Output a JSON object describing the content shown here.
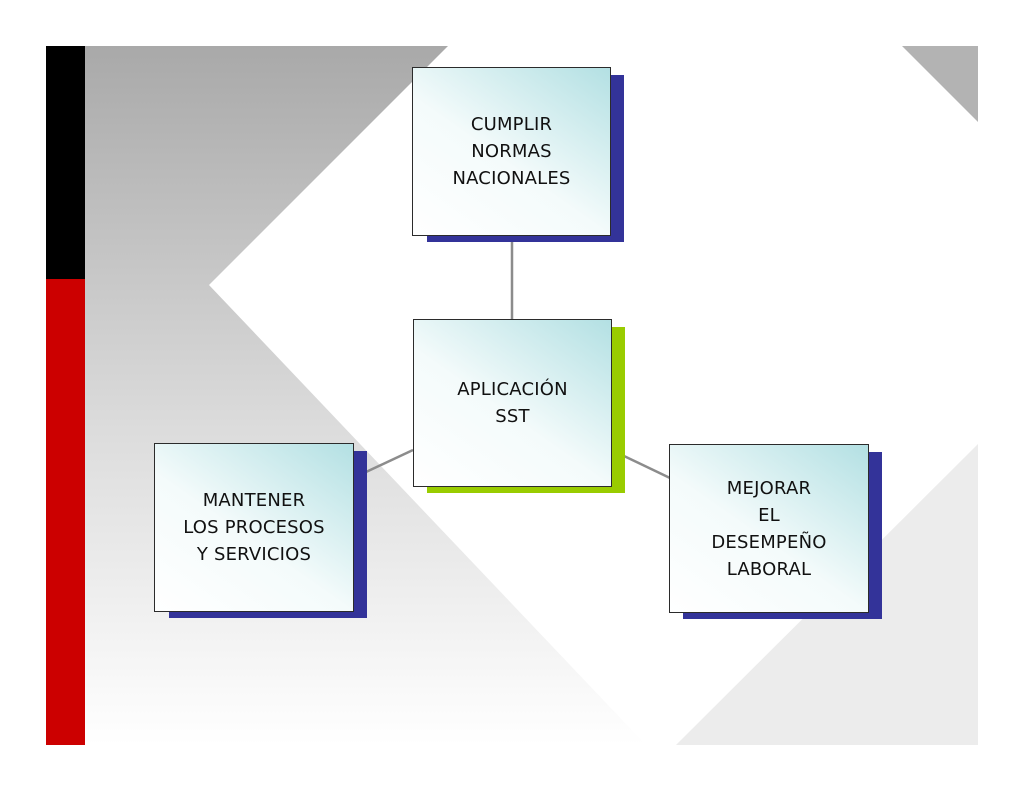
{
  "colors": {
    "black_bar": "#000000",
    "red_bar": "#cc0000",
    "box_shadow_blue": "#333399",
    "box_shadow_green": "#99cc00",
    "background_gray": "#b3b3b3",
    "box_fill_tint": "#b3e0e3",
    "connector": "#8c8c8c"
  },
  "diagram": {
    "type": "hierarchy",
    "center": {
      "label": "APLICACIÓN\nSST",
      "shadow": "green"
    },
    "top": {
      "label": "CUMPLIR\nNORMAS\nNACIONALES",
      "shadow": "blue"
    },
    "left": {
      "label": "MANTENER\nLOS PROCESOS\nY SERVICIOS",
      "shadow": "blue"
    },
    "right": {
      "label": "MEJORAR\nEL\nDESEMPEÑO\nLABORAL",
      "shadow": "blue"
    }
  }
}
